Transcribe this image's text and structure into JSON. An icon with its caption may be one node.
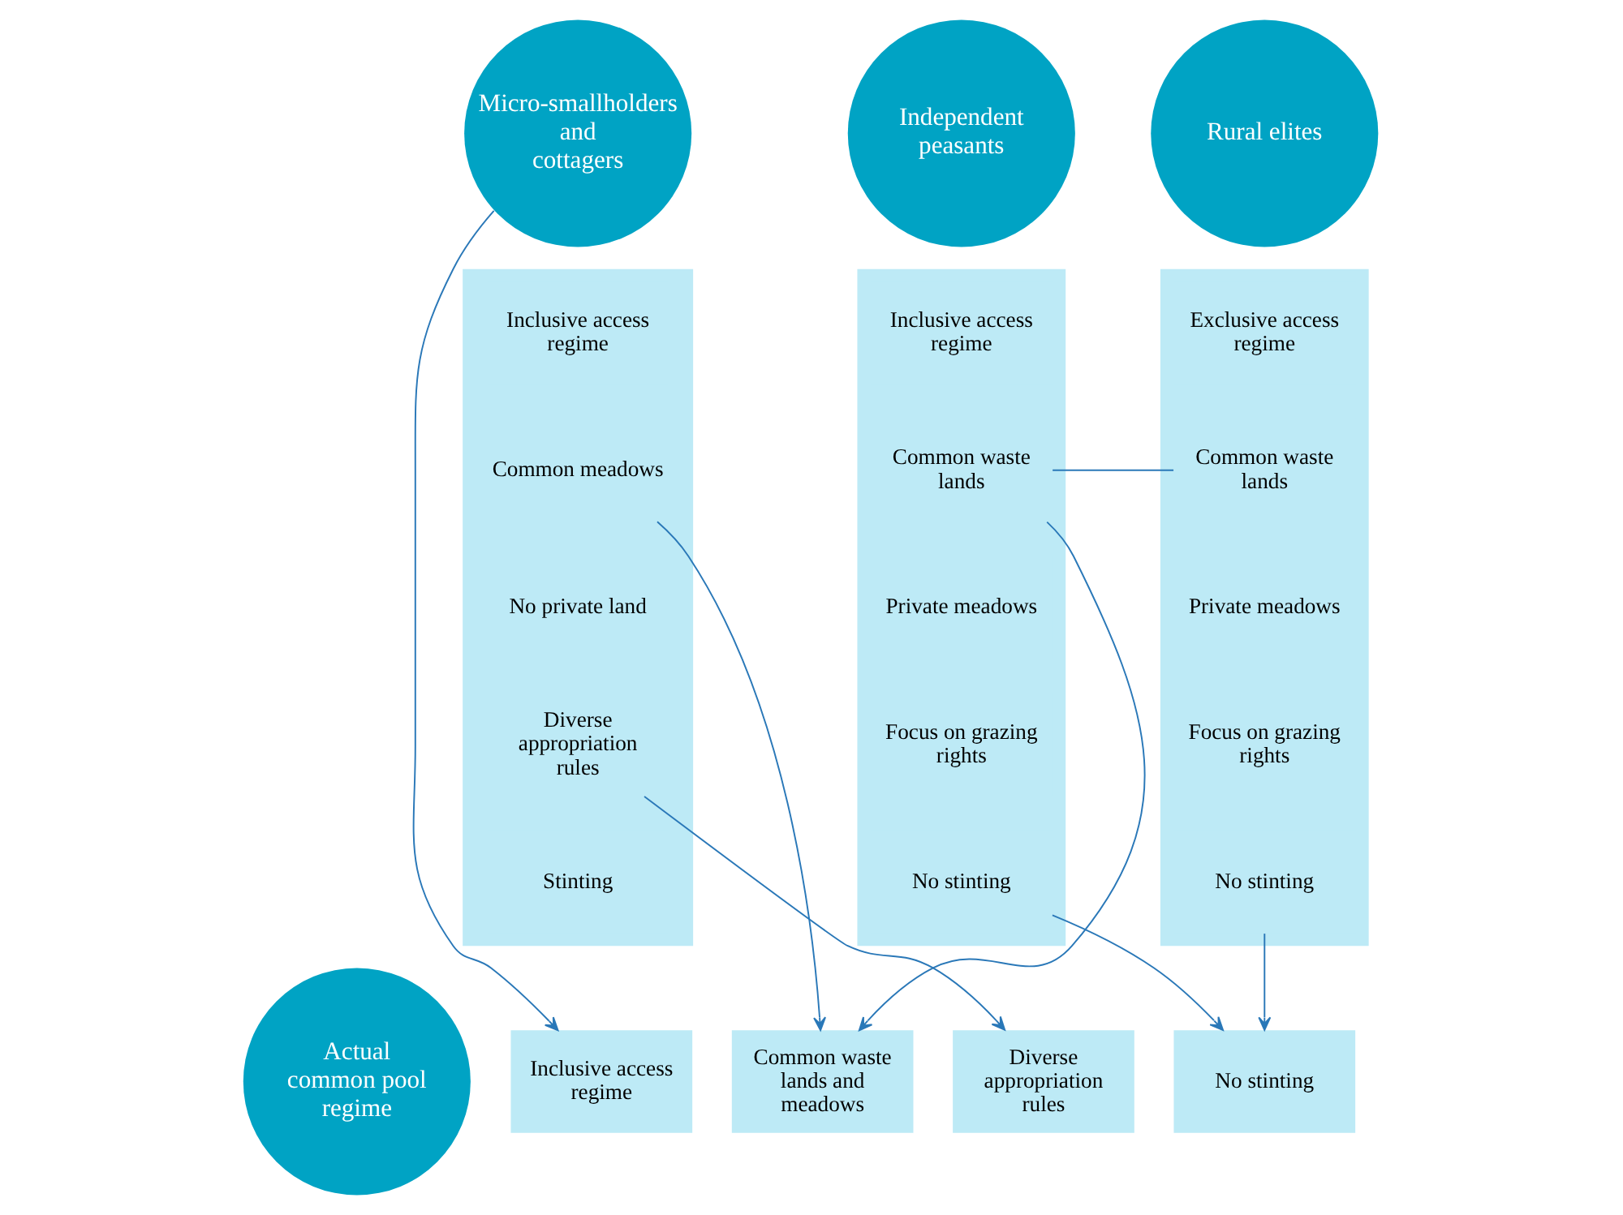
{
  "diagram": {
    "nodes": [
      {
        "text": [
          "Micro-smallholders and cottagers"
        ]
      },
      {
        "text": [],
        "shape": "box"
      },
      {
        "text": [
          "Inclusive access regime"
        ],
        "in": 1
      },
      {
        "text": [
          "Common meadows"
        ],
        "in": 1
      },
      {
        "text": [
          "No private land"
        ],
        "in": 1
      },
      {
        "text": [
          "Diverse appropriation rules"
        ],
        "in": 1
      },
      {
        "text": [
          "Stinting"
        ],
        "in": 1
      },
      {
        "text": [
          "Independent peasants"
        ]
      },
      {
        "text": [],
        "shape": "box"
      },
      {
        "text": [
          "Inclusive access regime"
        ],
        "in": 8
      },
      {
        "text": [
          "Common waste lands"
        ],
        "in": 8
      },
      {
        "text": [
          "Private meadows"
        ],
        "in": 8
      },
      {
        "text": [
          "Focus on grazing rights"
        ],
        "in": 8
      },
      {
        "text": [
          "No stinting"
        ],
        "in": 8
      },
      {
        "text": [
          "Rural elites"
        ]
      },
      {
        "text": [],
        "shape": "box"
      },
      {
        "text": [
          "Exclusive access regime"
        ],
        "in": 15
      },
      {
        "text": [
          "Common waste lands"
        ],
        "in": 15
      },
      {
        "text": [
          "Private meadows"
        ],
        "in": 15
      },
      {
        "text": [
          "Focus on grazing rights"
        ],
        "in": 15
      },
      {
        "text": [
          "No stinting"
        ],
        "in": 15
      },
      {
        "text": [
          "Actual common pool regime"
        ]
      },
      {
        "text": [
          "Inclusive access regime"
        ]
      },
      {
        "text": [
          "Common waste lands and meadows"
        ]
      },
      {
        "text": [
          "Diverse appropriation rules"
        ]
      },
      {
        "text": [
          "No stinting"
        ]
      }
    ],
    "edges": [
      {
        "from": 0,
        "to": 22,
        "arrow": "to"
      },
      {
        "from": 3,
        "to": 23,
        "arrow": "to"
      },
      {
        "from": 10,
        "to": 23,
        "arrow": "to"
      },
      {
        "from": 17,
        "to": 10,
        "arrow": "none"
      },
      {
        "from": 5,
        "to": 24,
        "arrow": "to"
      },
      {
        "from": 13,
        "to": 25,
        "arrow": "to"
      },
      {
        "from": 20,
        "to": 25,
        "arrow": "to"
      }
    ]
  }
}
